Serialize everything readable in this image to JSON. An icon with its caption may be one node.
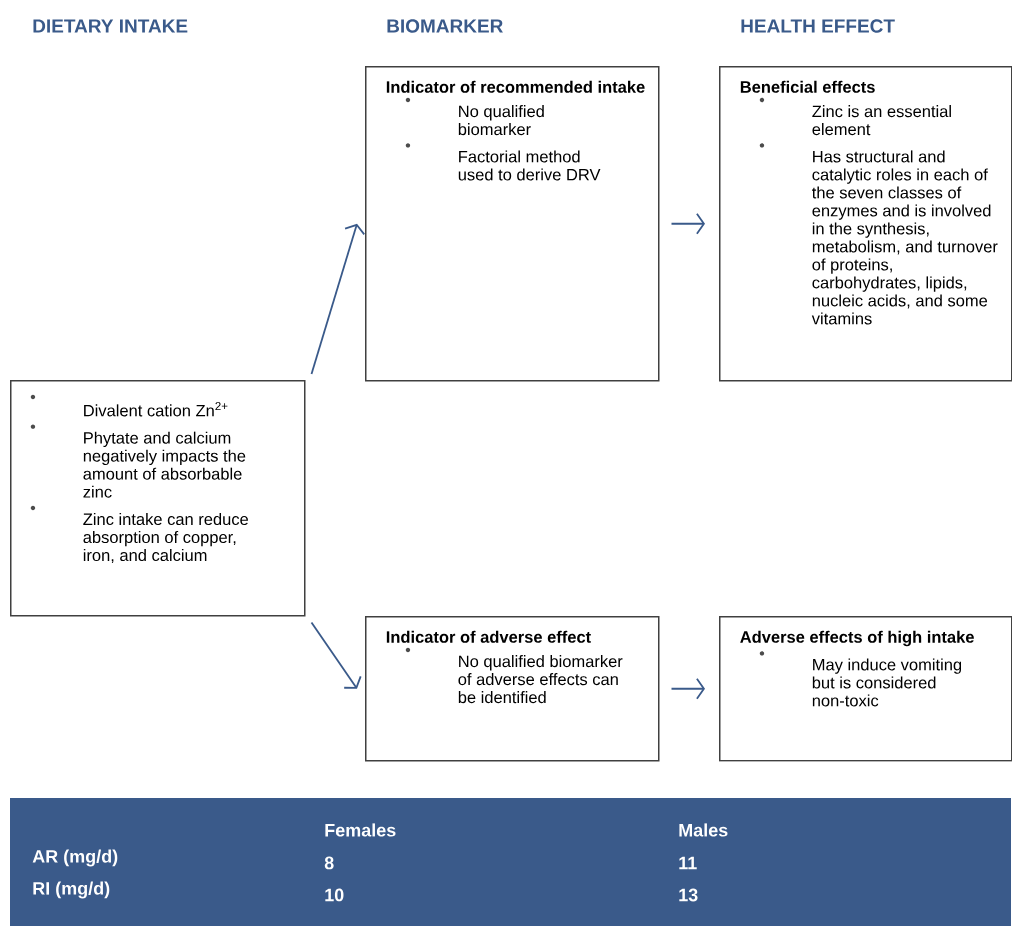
{
  "diagram": {
    "nodes": [
      {
        "text": [
          "Divalent cation Zn$^{2+}$",
          "Phytate and calcium negatively impacts the amount of absorbable zinc",
          "Zinc intake can reduce absorption of copper, iron, and calcium"
        ]
      },
      {
        "text": [
          "Indicator of recommended intake",
          "No qualified biomarker",
          "Factorial method used to derive DRV"
        ]
      },
      {
        "text": [
          "Beneficial effects",
          "Zinc is an essential element",
          "Has structural and catalytic roles in each of the seven classes of enzymes and is involved in the synthesis, metabolism, and turnover of proteins, carbohydrates, lipids, nucleic acids, and some vitamins"
        ]
      },
      {
        "text": [
          "Indicator of adverse effect",
          "No qualified biomarker of adverse effects can be identified"
        ]
      },
      {
        "text": [
          "Adverse effects of high intake",
          "May induce vomiting but is considered non-toxic"
        ]
      }
    ],
    "edges": [
      {
        "from": 0,
        "to": 1,
        "arrow": "to"
      },
      {
        "from": 1,
        "to": 2,
        "arrow": "to"
      },
      {
        "from": 0,
        "to": 3,
        "arrow": "to"
      },
      {
        "from": 3,
        "to": 4,
        "arrow": "to"
      }
    ],
    "labels": [
      "DIETARY INTAKE",
      "BIOMARKER",
      "HEALTH EFFECT",
      "Females",
      "Males",
      "AR (mg/d)",
      "8",
      "11",
      "RI (mg/d)",
      "10",
      "13"
    ]
  }
}
